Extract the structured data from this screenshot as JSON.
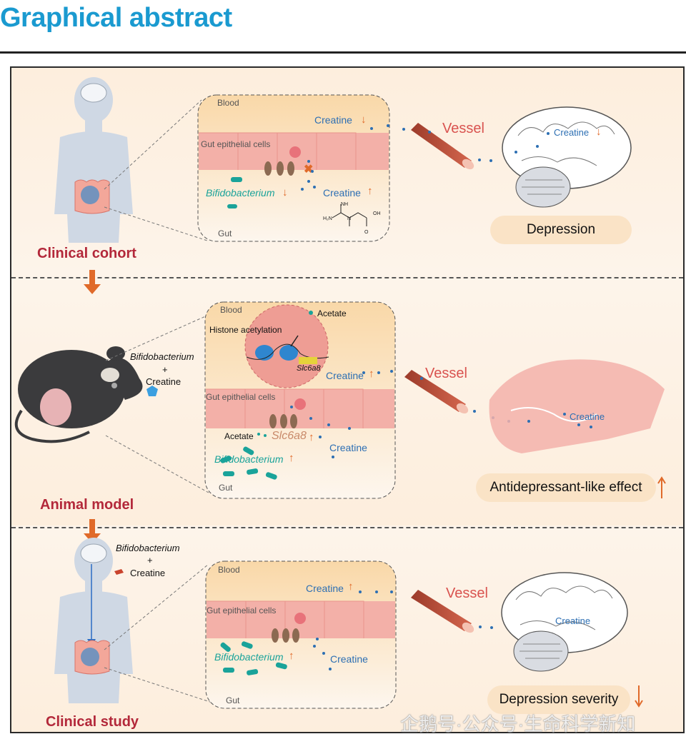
{
  "header": {
    "title": "Graphical abstract"
  },
  "panel1": {
    "stage": "Clinical cohort",
    "blood": "Blood",
    "gut_cells": "Gut epithelial cells",
    "gut": "Gut",
    "creatine_blood": "Creatine",
    "creatine_gut": "Creatine",
    "bacterium": "Bifidobacterium",
    "vessel": "Vessel",
    "creatine_brain": "Creatine",
    "outcome": "Depression",
    "mol_nh": "NH",
    "mol_h2n": "H₂N",
    "mol_n": "N",
    "mol_oh": "OH",
    "mol_o": "O"
  },
  "panel2": {
    "stage": "Animal model",
    "treatment_bacterium": "Bifidobacterium",
    "treatment_plus": "+",
    "treatment_creatine": "Creatine",
    "blood": "Blood",
    "acetate_top": "Acetate",
    "histone": "Histone acetylation",
    "gene_circle": "Slc6a8",
    "creatine_blood": "Creatine",
    "gut_cells": "Gut epithelial cells",
    "acetate_gut": "Acetate",
    "gene_gut": "Slc6a8",
    "creatine_gut": "Creatine",
    "bacterium": "Bifidobacterium",
    "gut": "Gut",
    "vessel": "Vessel",
    "creatine_brain": "Creatine",
    "outcome": "Antidepressant-like effect"
  },
  "panel3": {
    "stage": "Clinical study",
    "treatment_bacterium": "Bifidobacterium",
    "treatment_plus": "+",
    "treatment_creatine": "Creatine",
    "blood": "Blood",
    "creatine_blood": "Creatine",
    "gut_cells": "Gut epithelial cells",
    "creatine_gut": "Creatine",
    "bacterium": "Bifidobacterium",
    "gut": "Gut",
    "vessel": "Vessel",
    "creatine_brain": "Creatine",
    "outcome": "Depression severity"
  },
  "watermark": "企鹅号·公众号·生命科学新知",
  "colors": {
    "title_blue": "#1a9ad0",
    "stage_red": "#b3283a",
    "creatine_blue": "#2d6fb3",
    "bacterium_teal": "#1aa39a",
    "arrow_orange": "#e06a2a",
    "vessel_red": "#d9534f"
  }
}
